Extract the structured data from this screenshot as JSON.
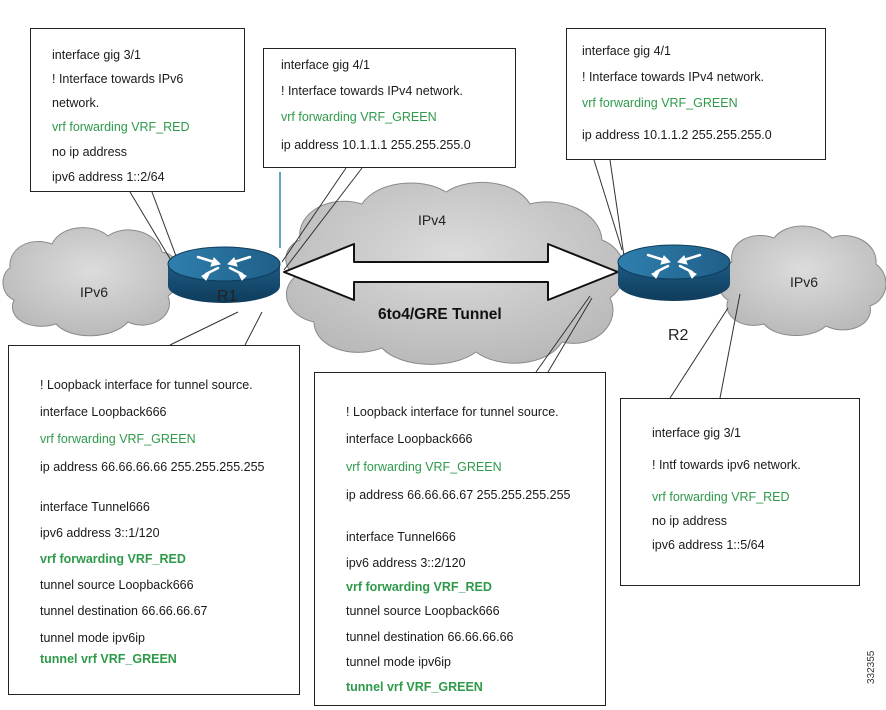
{
  "clouds": {
    "left_ipv6": "IPv6",
    "middle_ipv4": "IPv4",
    "right_ipv6": "IPv6"
  },
  "routers": {
    "r1": "R1",
    "r2": "R2"
  },
  "tunnel": {
    "label": "6to4/GRE Tunnel"
  },
  "boxes": {
    "r1_gig31": [
      {
        "text": "interface gig 3/1",
        "color": "#1a1a1a",
        "bold": false
      },
      {
        "text": "! Interface towards IPv6",
        "color": "#1a1a1a",
        "bold": false
      },
      {
        "text": "network.",
        "color": "#1a1a1a",
        "bold": false
      },
      {
        "text": "vrf forwarding VRF_RED",
        "color": "#2e9a4a",
        "bold": false
      },
      {
        "text": "no ip address",
        "color": "#1a1a1a",
        "bold": false
      },
      {
        "text": "ipv6 address 1::2/64",
        "color": "#1a1a1a",
        "bold": false
      }
    ],
    "r1_gig41": [
      {
        "text": "interface gig 4/1",
        "color": "#1a1a1a",
        "bold": false
      },
      {
        "text": "! Interface towards IPv4 network.",
        "color": "#1a1a1a",
        "bold": false
      },
      {
        "text": "vrf forwarding VRF_GREEN",
        "color": "#2e9a4a",
        "bold": false
      },
      {
        "text": "ip address 10.1.1.1 255.255.255.0",
        "color": "#1a1a1a",
        "bold": false
      }
    ],
    "r2_gig41": [
      {
        "text": "interface gig 4/1",
        "color": "#1a1a1a",
        "bold": false
      },
      {
        "text": "! Interface towards IPv4 network.",
        "color": "#1a1a1a",
        "bold": false
      },
      {
        "text": "vrf forwarding VRF_GREEN",
        "color": "#2e9a4a",
        "bold": false
      },
      {
        "text": "ip address 10.1.1.2 255.255.255.0",
        "color": "#1a1a1a",
        "bold": false
      }
    ],
    "r1_tunnel": [
      {
        "text": "! Loopback interface for tunnel source.",
        "color": "#1a1a1a",
        "bold": false
      },
      {
        "text": "interface Loopback666",
        "color": "#1a1a1a",
        "bold": false
      },
      {
        "text": "vrf forwarding VRF_GREEN",
        "color": "#2e9a4a",
        "bold": false
      },
      {
        "text": "ip address 66.66.66.66 255.255.255.255",
        "color": "#1a1a1a",
        "bold": false
      },
      {
        "text": "interface Tunnel666",
        "color": "#1a1a1a",
        "bold": false
      },
      {
        "text": "ipv6 address 3::1/120",
        "color": "#1a1a1a",
        "bold": false
      },
      {
        "text": "vrf forwarding VRF_RED",
        "color": "#2e9a4a",
        "bold": true
      },
      {
        "text": "tunnel source Loopback666",
        "color": "#1a1a1a",
        "bold": false
      },
      {
        "text": "tunnel destination 66.66.66.67",
        "color": "#1a1a1a",
        "bold": false
      },
      {
        "text": "tunnel mode ipv6ip",
        "color": "#1a1a1a",
        "bold": false
      },
      {
        "text": "tunnel vrf VRF_GREEN",
        "color": "#2e9a4a",
        "bold": true
      }
    ],
    "r2_tunnel": [
      {
        "text": "! Loopback interface for tunnel source.",
        "color": "#1a1a1a",
        "bold": false
      },
      {
        "text": "interface Loopback666",
        "color": "#1a1a1a",
        "bold": false
      },
      {
        "text": "vrf forwarding VRF_GREEN",
        "color": "#2e9a4a",
        "bold": false
      },
      {
        "text": "ip address 66.66.66.67 255.255.255.255",
        "color": "#1a1a1a",
        "bold": false
      },
      {
        "text": "interface Tunnel666",
        "color": "#1a1a1a",
        "bold": false
      },
      {
        "text": "ipv6 address 3::2/120",
        "color": "#1a1a1a",
        "bold": false
      },
      {
        "text": "vrf forwarding VRF_RED",
        "color": "#2e9a4a",
        "bold": true
      },
      {
        "text": "tunnel source Loopback666",
        "color": "#1a1a1a",
        "bold": false
      },
      {
        "text": "tunnel destination 66.66.66.66",
        "color": "#1a1a1a",
        "bold": false
      },
      {
        "text": "tunnel mode ipv6ip",
        "color": "#1a1a1a",
        "bold": false
      },
      {
        "text": "tunnel vrf VRF_GREEN",
        "color": "#2e9a4a",
        "bold": true
      }
    ],
    "r2_gig31": [
      {
        "text": "interface gig 3/1",
        "color": "#1a1a1a",
        "bold": false
      },
      {
        "text": "! Intf towards ipv6 network.",
        "color": "#1a1a1a",
        "bold": false
      },
      {
        "text": "vrf forwarding VRF_RED",
        "color": "#2e9a4a",
        "bold": false
      },
      {
        "text": "no ip address",
        "color": "#1a1a1a",
        "bold": false
      },
      {
        "text": "ipv6 address 1::5/64",
        "color": "#1a1a1a",
        "bold": false
      }
    ]
  },
  "figure_id": "332355"
}
